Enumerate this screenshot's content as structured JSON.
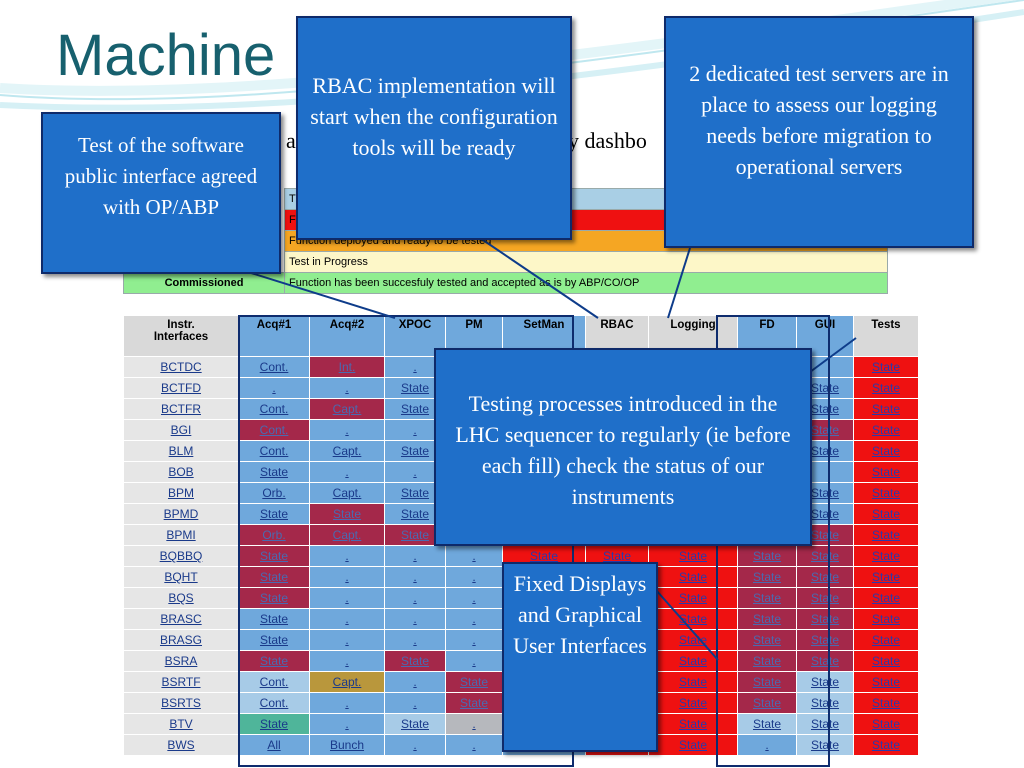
{
  "slide": {
    "title": "Machine Rollout",
    "subtitle_left": "a",
    "subtitle_right": "y dashbo"
  },
  "legend": [
    {
      "label": "",
      "text": "Th",
      "color": "#a9cfe5"
    },
    {
      "label": "",
      "text": "Fu",
      "color": "#ef1111"
    },
    {
      "label": "",
      "text": "Function deployed and ready to be tested",
      "color": "#f5a623"
    },
    {
      "label": "",
      "text": "Test in Progress",
      "color": "#fdf7c8"
    },
    {
      "label": "Commissioned",
      "text": "Function has been succesfuly tested and accepted as is by ABP/CO/OP",
      "color": "#90ee90"
    }
  ],
  "table": {
    "header_first": [
      "Instr.",
      "Interfaces"
    ],
    "headers": [
      "Acq#1",
      "Acq#2",
      "XPOC",
      "PM",
      "SetMan",
      "RBAC",
      "Logging",
      "FD",
      "GUI",
      "Tests"
    ],
    "header_colors": [
      "lb",
      "lb",
      "lb",
      "lb",
      "lb",
      "gy",
      "gy",
      "lb",
      "lb",
      "gy"
    ],
    "rows": [
      {
        "name": "BCTDC",
        "cells": [
          [
            "Cont.",
            "lb"
          ],
          [
            "Int.",
            "mr"
          ],
          [
            ".",
            "lb"
          ],
          [
            "",
            "lb"
          ],
          [
            "",
            "lb"
          ],
          [
            "",
            "rd"
          ],
          [
            "",
            "rd"
          ],
          [
            "",
            "lb"
          ],
          [
            "",
            "lb"
          ],
          [
            "State",
            "rd"
          ]
        ]
      },
      {
        "name": "BCTFD",
        "cells": [
          [
            ".",
            "lb"
          ],
          [
            ".",
            "lb"
          ],
          [
            "State",
            "lb"
          ],
          [
            "",
            "lb"
          ],
          [
            "",
            "lb"
          ],
          [
            "",
            "rd"
          ],
          [
            "",
            "rd"
          ],
          [
            "",
            "lb"
          ],
          [
            "State",
            "lb"
          ],
          [
            "State",
            "rd"
          ]
        ]
      },
      {
        "name": "BCTFR",
        "cells": [
          [
            "Cont.",
            "lb"
          ],
          [
            "Capt.",
            "mr"
          ],
          [
            "State",
            "lb"
          ],
          [
            "",
            "lb"
          ],
          [
            "",
            "lb"
          ],
          [
            "",
            "rd"
          ],
          [
            "",
            "rd"
          ],
          [
            "",
            "lb"
          ],
          [
            "State",
            "lb"
          ],
          [
            "State",
            "rd"
          ]
        ]
      },
      {
        "name": "BGI",
        "cells": [
          [
            "Cont.",
            "mr"
          ],
          [
            ".",
            "lb"
          ],
          [
            ".",
            "lb"
          ],
          [
            "",
            "lb"
          ],
          [
            "",
            "lb"
          ],
          [
            "",
            "rd"
          ],
          [
            "",
            "rd"
          ],
          [
            "",
            "lb"
          ],
          [
            "State",
            "mr"
          ],
          [
            "State",
            "rd"
          ]
        ]
      },
      {
        "name": "BLM",
        "cells": [
          [
            "Cont.",
            "lb"
          ],
          [
            "Capt.",
            "lb"
          ],
          [
            "State",
            "lb"
          ],
          [
            "",
            "lb"
          ],
          [
            "",
            "lb"
          ],
          [
            "",
            "rd"
          ],
          [
            "",
            "rd"
          ],
          [
            "",
            "lb"
          ],
          [
            "State",
            "lb"
          ],
          [
            "State",
            "rd"
          ]
        ]
      },
      {
        "name": "BOB",
        "cells": [
          [
            "State",
            "lb"
          ],
          [
            ".",
            "lb"
          ],
          [
            ".",
            "lb"
          ],
          [
            "",
            "lb"
          ],
          [
            "",
            "lb"
          ],
          [
            "",
            "rd"
          ],
          [
            "",
            "rd"
          ],
          [
            "",
            "lb"
          ],
          [
            "",
            "lb"
          ],
          [
            "State",
            "rd"
          ]
        ]
      },
      {
        "name": "BPM",
        "cells": [
          [
            "Orb.",
            "lb"
          ],
          [
            "Capt.",
            "lb"
          ],
          [
            "State",
            "lb"
          ],
          [
            "",
            "lb"
          ],
          [
            "",
            "lb"
          ],
          [
            "",
            "rd"
          ],
          [
            "",
            "rd"
          ],
          [
            "",
            "lb"
          ],
          [
            "State",
            "lb"
          ],
          [
            "State",
            "rd"
          ]
        ]
      },
      {
        "name": "BPMD",
        "cells": [
          [
            "State",
            "lb"
          ],
          [
            "State",
            "mr"
          ],
          [
            "State",
            "lb"
          ],
          [
            "",
            "lb"
          ],
          [
            "",
            "lb"
          ],
          [
            "",
            "rd"
          ],
          [
            "",
            "rd"
          ],
          [
            "",
            "lb"
          ],
          [
            "State",
            "lb"
          ],
          [
            "State",
            "rd"
          ]
        ]
      },
      {
        "name": "BPMI",
        "cells": [
          [
            "Orb.",
            "mr"
          ],
          [
            "Capt.",
            "mr"
          ],
          [
            "State",
            "mr"
          ],
          [
            "",
            "lb"
          ],
          [
            "",
            "lb"
          ],
          [
            "",
            "rd"
          ],
          [
            "",
            "rd"
          ],
          [
            "",
            "lb"
          ],
          [
            "State",
            "mr"
          ],
          [
            "State",
            "rd"
          ]
        ]
      },
      {
        "name": "BQBBQ",
        "cells": [
          [
            "State",
            "mr"
          ],
          [
            ".",
            "lb"
          ],
          [
            ".",
            "lb"
          ],
          [
            ".",
            "lb"
          ],
          [
            "State",
            "rd"
          ],
          [
            "State",
            "rd"
          ],
          [
            "State",
            "rd"
          ],
          [
            "State",
            "mr"
          ],
          [
            "State",
            "mr"
          ],
          [
            "State",
            "rd"
          ]
        ]
      },
      {
        "name": "BQHT",
        "cells": [
          [
            "State",
            "mr"
          ],
          [
            ".",
            "lb"
          ],
          [
            ".",
            "lb"
          ],
          [
            ".",
            "lb"
          ],
          [
            "",
            "lb"
          ],
          [
            "",
            "rd"
          ],
          [
            "State",
            "rd"
          ],
          [
            "State",
            "mr"
          ],
          [
            "State",
            "mr"
          ],
          [
            "State",
            "rd"
          ]
        ]
      },
      {
        "name": "BQS",
        "cells": [
          [
            "State",
            "mr"
          ],
          [
            ".",
            "lb"
          ],
          [
            ".",
            "lb"
          ],
          [
            ".",
            "lb"
          ],
          [
            "",
            "lb"
          ],
          [
            "",
            "rd"
          ],
          [
            "State",
            "rd"
          ],
          [
            "State",
            "mr"
          ],
          [
            "State",
            "mr"
          ],
          [
            "State",
            "rd"
          ]
        ]
      },
      {
        "name": "BRASC",
        "cells": [
          [
            "State",
            "lb"
          ],
          [
            ".",
            "lb"
          ],
          [
            ".",
            "lb"
          ],
          [
            ".",
            "lb"
          ],
          [
            "",
            "lb"
          ],
          [
            "",
            "rd"
          ],
          [
            "State",
            "rd"
          ],
          [
            "State",
            "mr"
          ],
          [
            "State",
            "mr"
          ],
          [
            "State",
            "rd"
          ]
        ]
      },
      {
        "name": "BRASG",
        "cells": [
          [
            "State",
            "lb"
          ],
          [
            ".",
            "lb"
          ],
          [
            ".",
            "lb"
          ],
          [
            ".",
            "lb"
          ],
          [
            "",
            "lb"
          ],
          [
            "",
            "rd"
          ],
          [
            "State",
            "rd"
          ],
          [
            "State",
            "mr"
          ],
          [
            "State",
            "mr"
          ],
          [
            "State",
            "rd"
          ]
        ]
      },
      {
        "name": "BSRA",
        "cells": [
          [
            "State",
            "mr"
          ],
          [
            ".",
            "lb"
          ],
          [
            "State",
            "mr"
          ],
          [
            ".",
            "lb"
          ],
          [
            "",
            "lb"
          ],
          [
            "",
            "rd"
          ],
          [
            "State",
            "rd"
          ],
          [
            "State",
            "mr"
          ],
          [
            "State",
            "mr"
          ],
          [
            "State",
            "rd"
          ]
        ]
      },
      {
        "name": "BSRTF",
        "cells": [
          [
            "Cont.",
            "lt"
          ],
          [
            "Capt.",
            "ol"
          ],
          [
            ".",
            "lb"
          ],
          [
            "State",
            "mr"
          ],
          [
            "",
            "lb"
          ],
          [
            "",
            "rd"
          ],
          [
            "State",
            "rd"
          ],
          [
            "State",
            "mr"
          ],
          [
            "State",
            "lt"
          ],
          [
            "State",
            "rd"
          ]
        ]
      },
      {
        "name": "BSRTS",
        "cells": [
          [
            "Cont.",
            "lt"
          ],
          [
            ".",
            "lb"
          ],
          [
            ".",
            "lb"
          ],
          [
            "State",
            "mr"
          ],
          [
            "",
            "lb"
          ],
          [
            "",
            "rd"
          ],
          [
            "State",
            "rd"
          ],
          [
            "State",
            "mr"
          ],
          [
            "State",
            "lt"
          ],
          [
            "State",
            "rd"
          ]
        ]
      },
      {
        "name": "BTV",
        "cells": [
          [
            "State",
            "gr"
          ],
          [
            ".",
            "lb"
          ],
          [
            "State",
            "lt"
          ],
          [
            ".",
            "gd"
          ],
          [
            "",
            "lb"
          ],
          [
            "",
            "rd"
          ],
          [
            "State",
            "rd"
          ],
          [
            "State",
            "lt"
          ],
          [
            "State",
            "lt"
          ],
          [
            "State",
            "rd"
          ]
        ]
      },
      {
        "name": "BWS",
        "cells": [
          [
            "All",
            "lb"
          ],
          [
            "Bunch",
            "lb"
          ],
          [
            ".",
            "lb"
          ],
          [
            ".",
            "lb"
          ],
          [
            "State",
            "lb"
          ],
          [
            "State",
            "rd"
          ],
          [
            "State",
            "rd"
          ],
          [
            ".",
            "lb"
          ],
          [
            "State",
            "lt"
          ],
          [
            "State",
            "rd"
          ]
        ]
      }
    ]
  },
  "callouts": {
    "test_public": "Test of the software public interface agreed with OP/ABP",
    "rbac": "RBAC implementation will start when the configuration tools will be ready",
    "servers": "2 dedicated test servers are in place to assess our logging needs before migration to operational servers",
    "testing": "Testing processes introduced in the LHC sequencer to regularly (ie before each fill) check the status of our instruments",
    "fixed": "Fixed Displays and Graphical User Interfaces"
  },
  "colors": {
    "callout_bg": "#1f6fc9",
    "title": "#17606e",
    "state_red": "#ef1111",
    "state_maroon": "#a4284a",
    "state_blue": "#6fa8dc"
  }
}
